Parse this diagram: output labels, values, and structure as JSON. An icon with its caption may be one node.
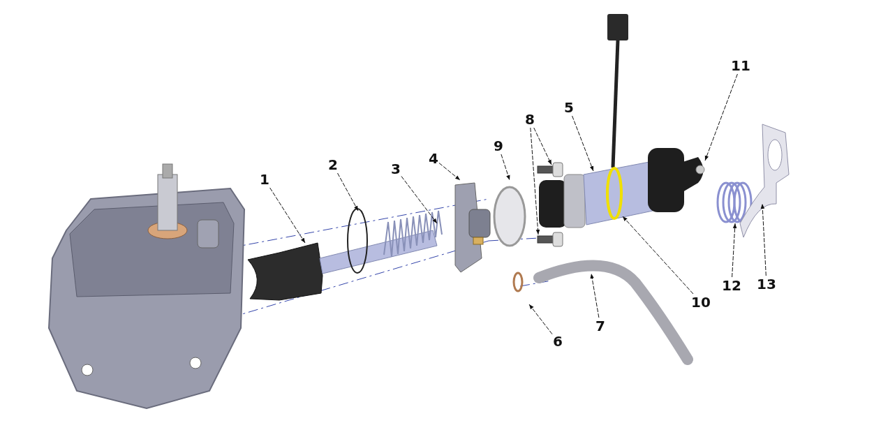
{
  "diagram": {
    "nodes": [
      {
        "text": [
          "1"
        ]
      },
      {
        "text": [
          "2"
        ]
      },
      {
        "text": [
          "3"
        ]
      },
      {
        "text": [
          "4"
        ]
      },
      {
        "text": [
          "5"
        ]
      },
      {
        "text": [
          "6"
        ]
      },
      {
        "text": [
          "7"
        ]
      },
      {
        "text": [
          "8"
        ]
      },
      {
        "text": [
          "9"
        ]
      },
      {
        "text": [
          "10"
        ]
      },
      {
        "text": [
          "11"
        ]
      },
      {
        "text": [
          "12"
        ]
      },
      {
        "text": [
          "13"
        ]
      }
    ],
    "edges": [
      {
        "from": 0,
        "to": null,
        "arrow": "to"
      },
      {
        "from": 1,
        "to": null,
        "arrow": "to"
      },
      {
        "from": 2,
        "to": null,
        "arrow": "to"
      },
      {
        "from": 3,
        "to": null,
        "arrow": "to"
      },
      {
        "from": 4,
        "to": null,
        "arrow": "to"
      },
      {
        "from": 5,
        "to": null,
        "arrow": "to"
      },
      {
        "from": 6,
        "to": null,
        "arrow": "to"
      },
      {
        "from": 7,
        "to": null,
        "arrow": "to"
      },
      {
        "from": 7,
        "to": null,
        "arrow": "to"
      },
      {
        "from": 8,
        "to": null,
        "arrow": "to"
      },
      {
        "from": 9,
        "to": null,
        "arrow": "to"
      },
      {
        "from": 10,
        "to": null,
        "arrow": "to"
      },
      {
        "from": 11,
        "to": null,
        "arrow": "to"
      },
      {
        "from": 12,
        "to": null,
        "arrow": "to"
      }
    ]
  }
}
